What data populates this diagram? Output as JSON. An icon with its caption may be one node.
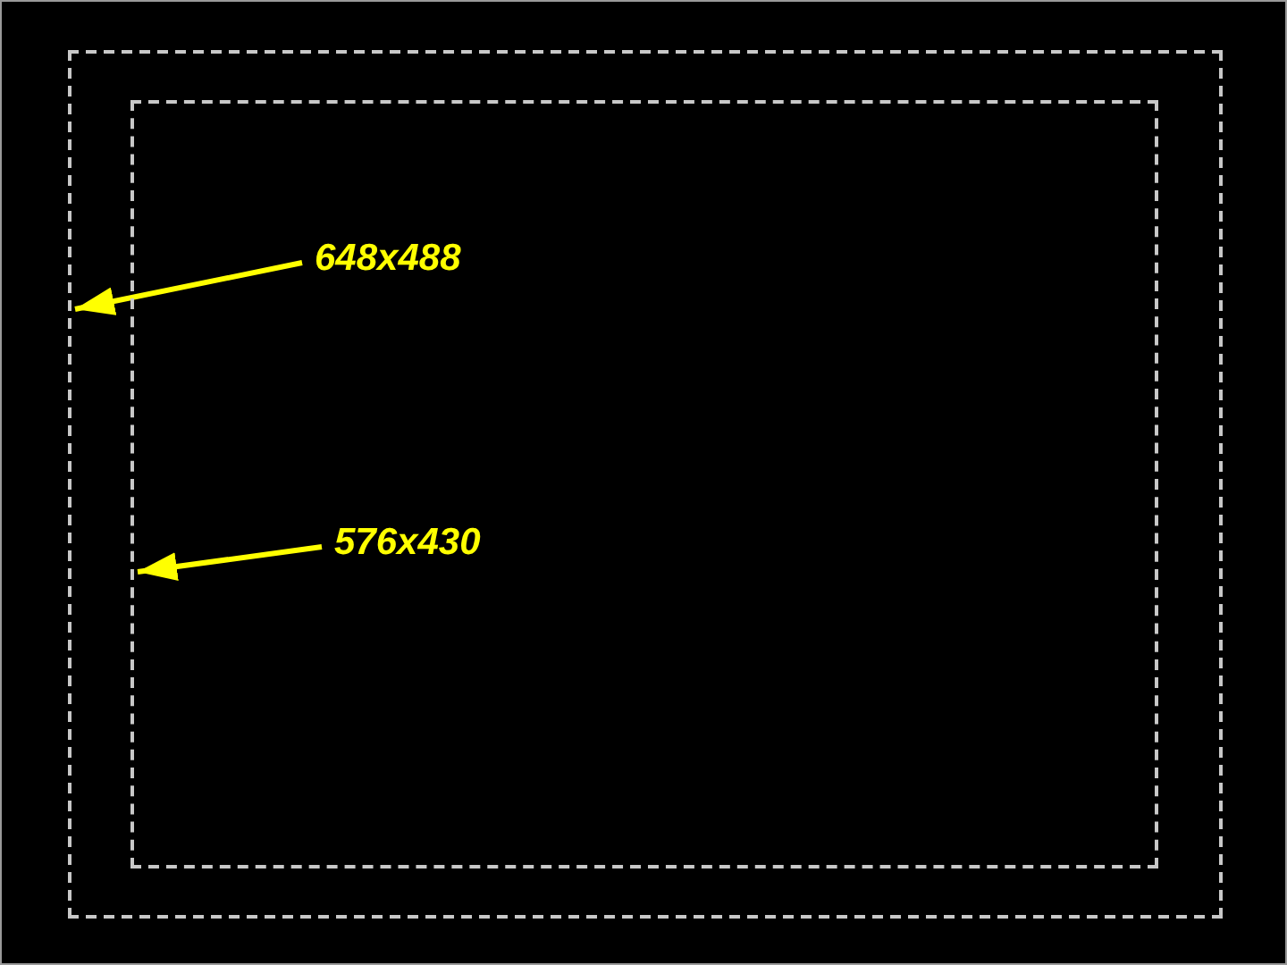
{
  "diagram": {
    "nodes": [
      {
        "text": [],
        "shape": "box"
      },
      {
        "text": [],
        "shape": "box",
        "in": 0
      },
      {
        "text": [
          "648x488"
        ],
        "in": 1
      },
      {
        "text": [
          "576x430"
        ],
        "in": 1
      }
    ],
    "edges": [
      {
        "from": 2,
        "to": 0,
        "arrow": "to"
      },
      {
        "from": 3,
        "to": 1,
        "arrow": "to"
      }
    ]
  }
}
